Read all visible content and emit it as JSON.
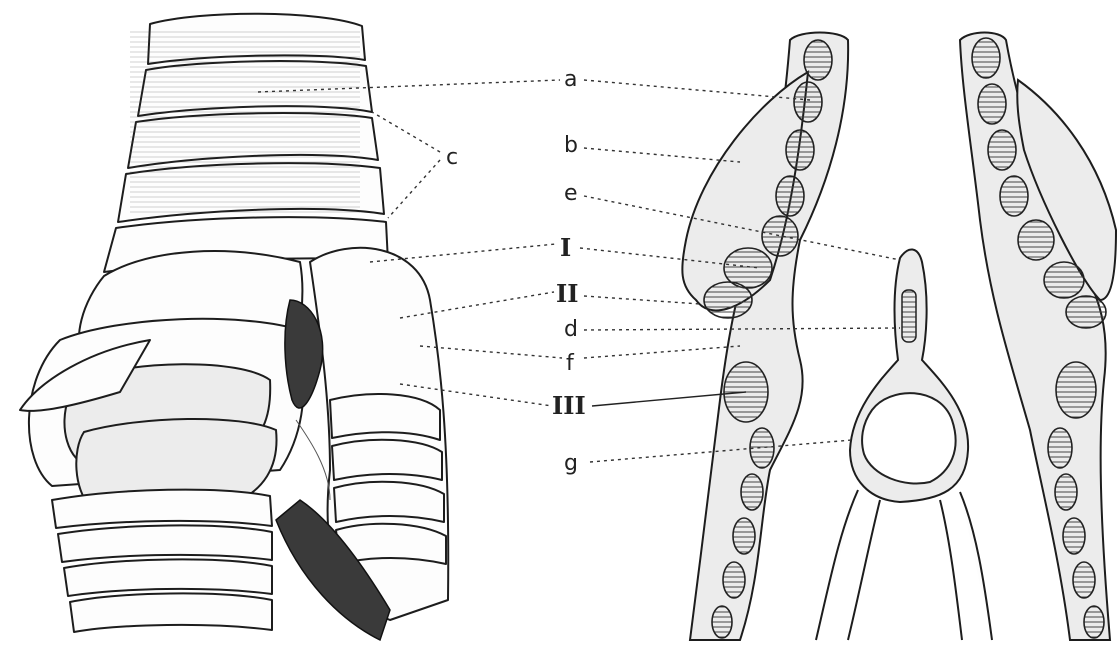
{
  "labels": {
    "a": "a",
    "b": "b",
    "c": "c",
    "e": "e",
    "I": "I",
    "II": "II",
    "d": "d",
    "f": "f",
    "III": "III",
    "g": "g"
  }
}
